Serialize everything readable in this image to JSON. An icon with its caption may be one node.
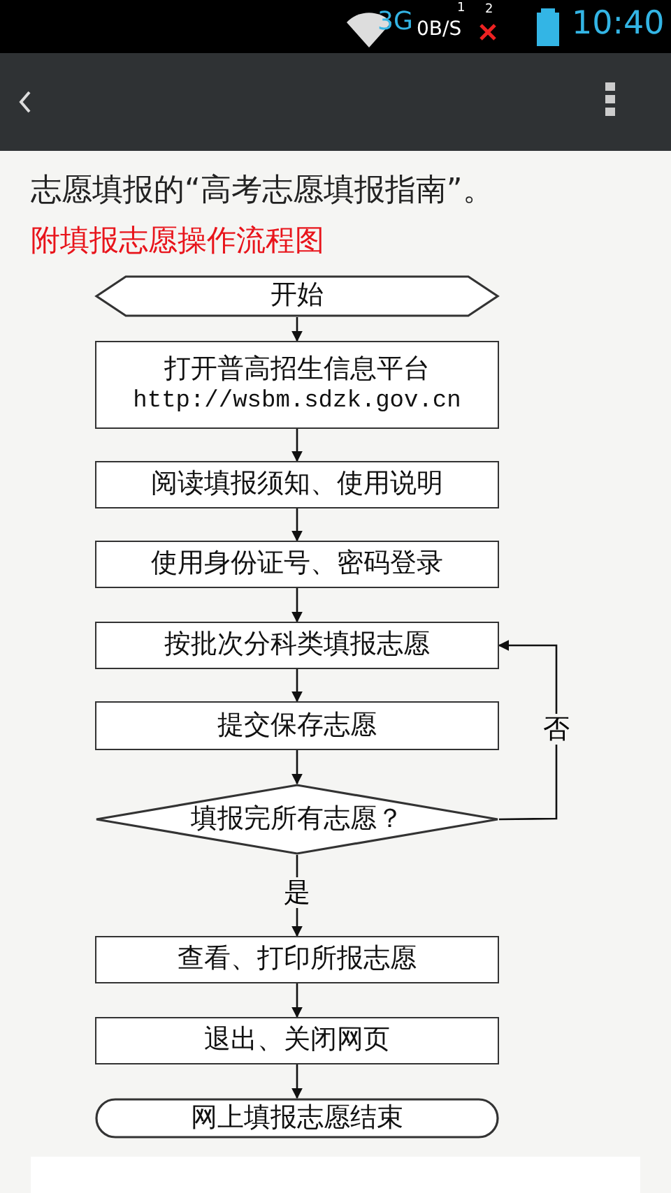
{
  "diagram": {
    "title": "附填报志愿操作流程图",
    "nodes": [
      {
        "text": [
          "开始"
        ]
      },
      {
        "text": [
          "打开普高招生信息平台",
          "http://wsbm.sdzk.gov.cn"
        ]
      },
      {
        "text": [
          "阅读填报须知、使用说明"
        ]
      },
      {
        "text": [
          "使用身份证号、密码登录"
        ]
      },
      {
        "text": [
          "按批次分科类填报志愿"
        ]
      },
      {
        "text": [
          "提交保存志愿"
        ]
      },
      {
        "text": [
          "填报完所有志愿？"
        ]
      },
      {
        "text": [
          "查看、打印所报志愿"
        ]
      },
      {
        "text": [
          "退出、关闭网页"
        ]
      },
      {
        "text": [
          "网上填报志愿结束"
        ]
      }
    ],
    "edges": [
      {
        "from": 0,
        "to": 1,
        "arrow": "to"
      },
      {
        "from": 1,
        "to": 2,
        "arrow": "to"
      },
      {
        "from": 2,
        "to": 3,
        "arrow": "to"
      },
      {
        "from": 3,
        "to": 4,
        "arrow": "to"
      },
      {
        "from": 4,
        "to": 5,
        "arrow": "to"
      },
      {
        "from": 5,
        "to": 6,
        "arrow": "to"
      },
      {
        "from": 6,
        "to": 4,
        "arrow": "to",
        "label": "否"
      },
      {
        "from": 6,
        "to": 7,
        "arrow": "to",
        "label": "是"
      },
      {
        "from": 7,
        "to": 8,
        "arrow": "to"
      },
      {
        "from": 8,
        "to": 9,
        "arrow": "to"
      }
    ],
    "labels": [
      "3G",
      "0B/S",
      "1",
      "2",
      "10:40",
      "志愿填报的“高考志愿填报指南”。"
    ]
  }
}
